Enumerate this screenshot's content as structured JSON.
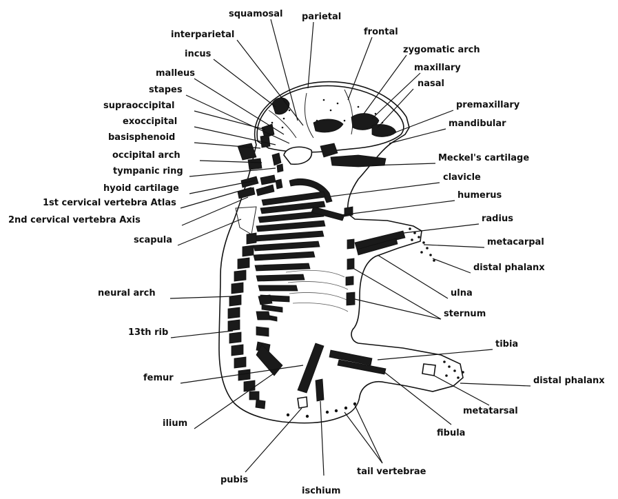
{
  "labels": {
    "squamosal": "squamosal",
    "parietal": "parietal",
    "interparietal": "interparietal",
    "frontal": "frontal",
    "zygomatic_arch": "zygomatic arch",
    "incus": "incus",
    "maxillary": "maxillary",
    "malleus": "malleus",
    "nasal": "nasal",
    "stapes": "stapes",
    "premaxillary": "premaxillary",
    "supraoccipital": "supraoccipital",
    "exoccipital": "exoccipital",
    "mandibular": "mandibular",
    "basisphenoid": "basisphenoid",
    "occipital_arch": "occipital arch",
    "meckels_cartilage": "Meckel's cartilage",
    "tympanic_ring": "tympanic ring",
    "clavicle": "clavicle",
    "hyoid_cartilage": "hyoid cartilage",
    "cervical_1": "1st cervical vertebra Atlas",
    "humerus": "humerus",
    "cervical_2": "2nd cervical vertebra  Axis",
    "radius": "radius",
    "scapula": "scapula",
    "metacarpal": "metacarpal",
    "distal_phalanx_fore": "distal phalanx",
    "neural_arch": "neural arch",
    "ulna": "ulna",
    "sternum": "sternum",
    "rib_13": "13th rib",
    "tibia": "tibia",
    "femur": "femur",
    "distal_phalanx_hind": "distal phalanx",
    "ilium": "ilium",
    "metatarsal": "metatarsal",
    "fibula": "fibula",
    "pubis": "pubis",
    "tail_vertebrae": "tail vertebrae",
    "ischium": "ischium"
  }
}
